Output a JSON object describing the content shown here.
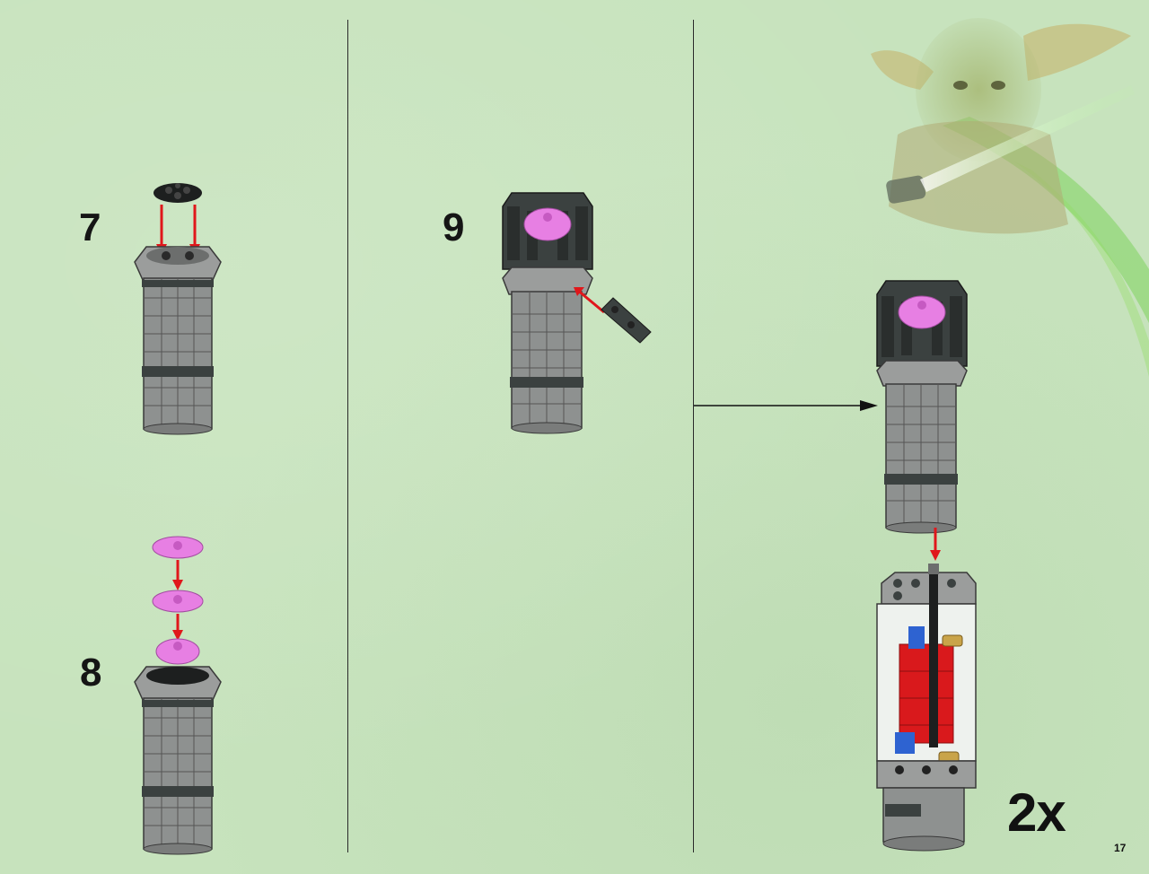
{
  "steps": [
    {
      "number": "7"
    },
    {
      "number": "8"
    },
    {
      "number": "9"
    }
  ],
  "sub_assembly": {
    "quantity_label": "2x"
  },
  "page": {
    "number": "17"
  },
  "colors": {
    "background": "#c7e3bd",
    "brick_gray": "#8e9190",
    "dark_gray": "#3b4140",
    "trans_pink": "#e77fe3",
    "arrow_red": "#e0171b",
    "red": "#d9191c",
    "blue": "#2e63d1",
    "gold": "#c9a449"
  },
  "icons": [
    "red-arrow-icon",
    "black-arrow-icon",
    "yoda-artwork"
  ]
}
